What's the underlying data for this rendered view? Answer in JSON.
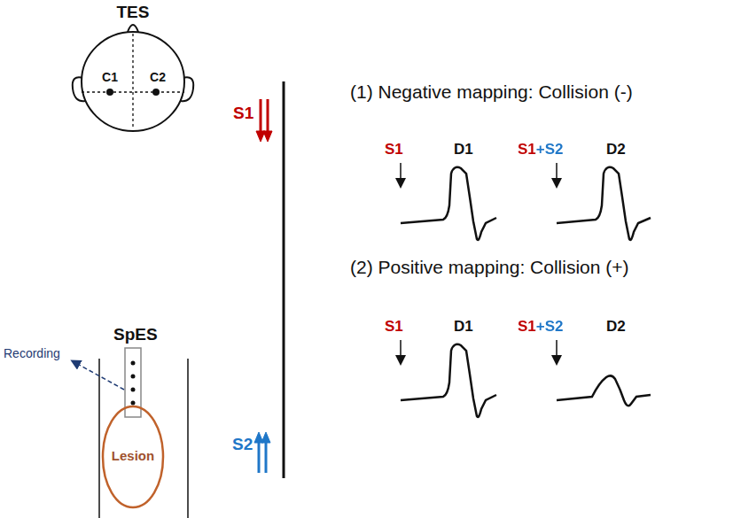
{
  "diagram": {
    "nodes": [
      {
        "text": [
          "TES",
          "C1",
          "C2"
        ]
      },
      {
        "text": [
          "Lesion"
        ]
      }
    ],
    "labels": [
      "SpES",
      "Recording",
      "S1",
      "S2",
      "(1) Negative mapping: Collision (-)",
      "S1",
      "D1",
      "S1+S2",
      "D2",
      "(2) Positive mapping: Collision (+)",
      "S1",
      "D1",
      "S1+S2",
      "D2"
    ]
  }
}
